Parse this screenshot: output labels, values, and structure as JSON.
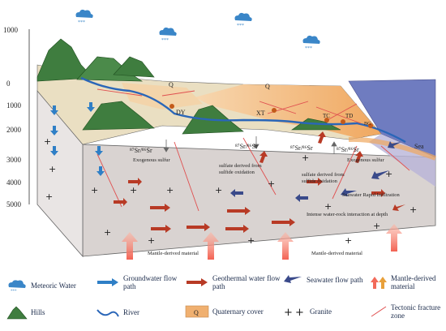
{
  "depth_axis": {
    "elevation_label": "1000",
    "ticks": [
      "0",
      "1000",
      "2000",
      "3000",
      "4000",
      "5000"
    ]
  },
  "places": {
    "dy": "DY",
    "xt": "XT",
    "tc": "TC",
    "td": "TD",
    "bg": "BG",
    "sea": "Sea",
    "q1": "Q",
    "q2": "Q"
  },
  "annotations": {
    "sr1": "⁸⁷Sr/⁸⁶Sr",
    "sr2": "⁸⁷Sr/⁸⁶Sr",
    "sr3": "⁸⁷Sr/⁸⁶Sr",
    "sr4": "⁸⁷Sr/⁸⁶Sr",
    "exogenous_1": "Exogenous sulfur",
    "exogenous_2": "Exogenous sulfur",
    "sulfide_1a": "sulfate derived from",
    "sulfide_1b": "sulfide oxidation",
    "sulfide_2a": "sulfate derived from",
    "sulfide_2b": "sulfide oxidation",
    "seawater_infiltration": "Seawater Rapid Infiltration",
    "water_rock": "Intense water-rock interaction at depth",
    "mantle_1": "Mantle-derived material",
    "mantle_2": "Mantle-derived material"
  },
  "legend": {
    "meteoric": "Meteoric Water",
    "groundwater": "Groundwater flow path",
    "geothermal": "Geothermal water flow path",
    "seawater": "Seawater flow path",
    "mantle": "Mantle-derived material",
    "hills": "Hills",
    "river": "River",
    "quaternary": "Quaternary cover",
    "quaternary_symbol": "Q",
    "granite": "Granite",
    "tectonic": "Tectonic fracture zone"
  },
  "colors": {
    "block_front": "#e9e5e4",
    "block_side": "#d9d3d1",
    "sea": "#6f7cc0",
    "quaternary": "#f0b070",
    "hills": "#3f7d3f",
    "groundwater_arrow": "#2f7fc6",
    "geothermal_arrow": "#b83a25",
    "seawater_arrow": "#3a4a8a",
    "mantle_arrow": "#f26a5a",
    "fracture": "#e05050"
  }
}
